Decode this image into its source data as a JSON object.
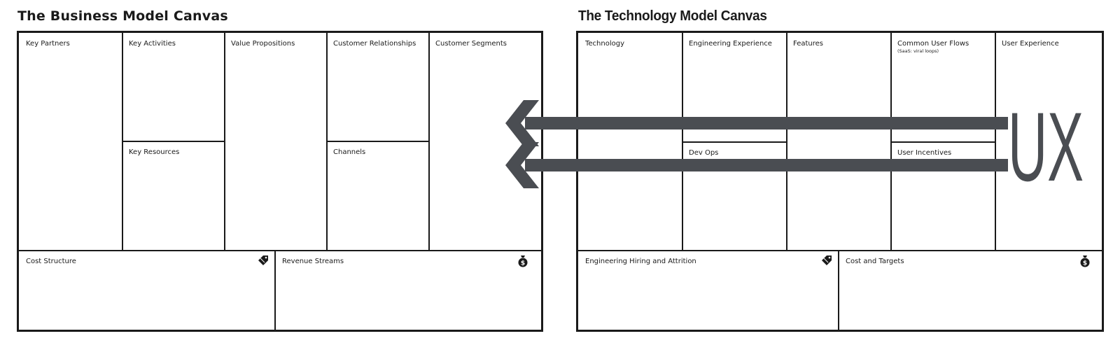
{
  "business_canvas": {
    "title": "The Business Model Canvas",
    "cells": {
      "key_partners": "Key Partners",
      "key_activities": "Key Activities",
      "key_resources": "Key Resources",
      "value_propositions": "Value Propositions",
      "customer_relationships": "Customer Relationships",
      "channels": "Channels",
      "customer_segments": "Customer Segments",
      "cost_structure": "Cost Structure",
      "revenue_streams": "Revenue Streams"
    }
  },
  "technology_canvas": {
    "title": "The Technology Model Canvas",
    "cells": {
      "technology": "Technology",
      "engineering_experience": "Engineering Experience",
      "dev_ops": "Dev Ops",
      "features": "Features",
      "common_user_flows": "Common User Flows",
      "common_user_flows_note": "(SaaS: viral loops)",
      "user_incentives": "User Incentives",
      "user_experience": "User Experience",
      "engineering_hiring": "Engineering Hiring and Attrition",
      "cost_and_targets": "Cost and Targets"
    }
  },
  "overlay": {
    "ux_label": "UX",
    "arrow_color": "#4a4d52"
  },
  "icons": {
    "cost": "price-tag-icon",
    "revenue": "money-bag-icon"
  }
}
